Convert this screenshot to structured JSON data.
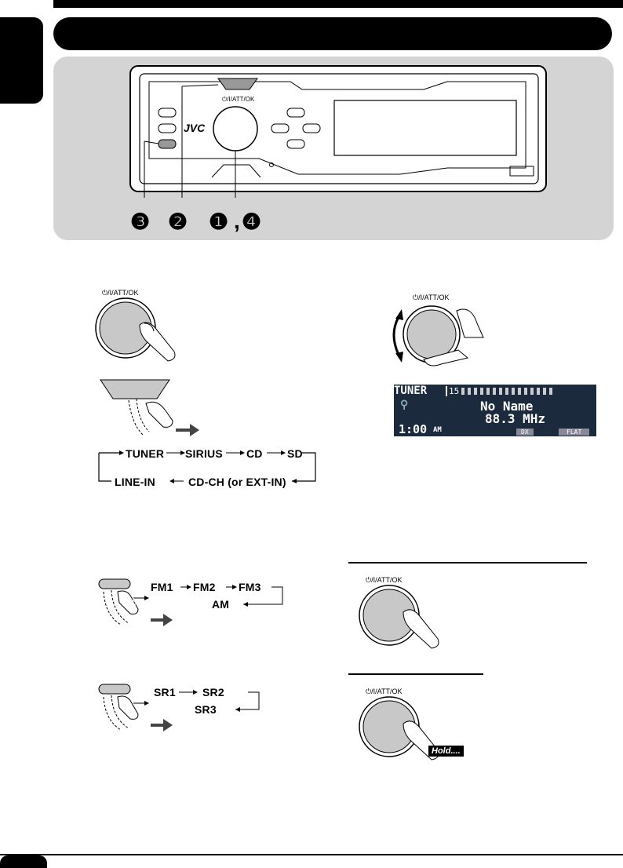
{
  "panel": {
    "brand": "JVC",
    "knob_label": "⏻/I/ATT/OK",
    "callouts": [
      "❸",
      "❷",
      "❶",
      "❹"
    ]
  },
  "step1": {
    "knob_label": "⏻/I/ATT/OK"
  },
  "step4": {
    "knob_label": "⏻/I/ATT/OK"
  },
  "sources": {
    "row1": [
      "TUNER",
      "SIRIUS",
      "CD",
      "SD"
    ],
    "row2": [
      "LINE-IN",
      "CD-CH (or EXT-IN)"
    ]
  },
  "lcd": {
    "source": "TUNER",
    "preset": "15",
    "name": "No Name",
    "freq": "88.3 MHz",
    "clock": "1:00",
    "ampm": "AM",
    "mode1": "DX",
    "mode2": "FLAT"
  },
  "bands_fm": {
    "items": [
      "FM1",
      "FM2",
      "FM3"
    ],
    "return": "AM"
  },
  "bands_sr": {
    "items": [
      "SR1",
      "SR2"
    ],
    "return": "SR3"
  },
  "knob_a": {
    "label": "⏻/I/ATT/OK"
  },
  "knob_b": {
    "label": "⏻/I/ATT/OK",
    "hold": "Hold...."
  }
}
